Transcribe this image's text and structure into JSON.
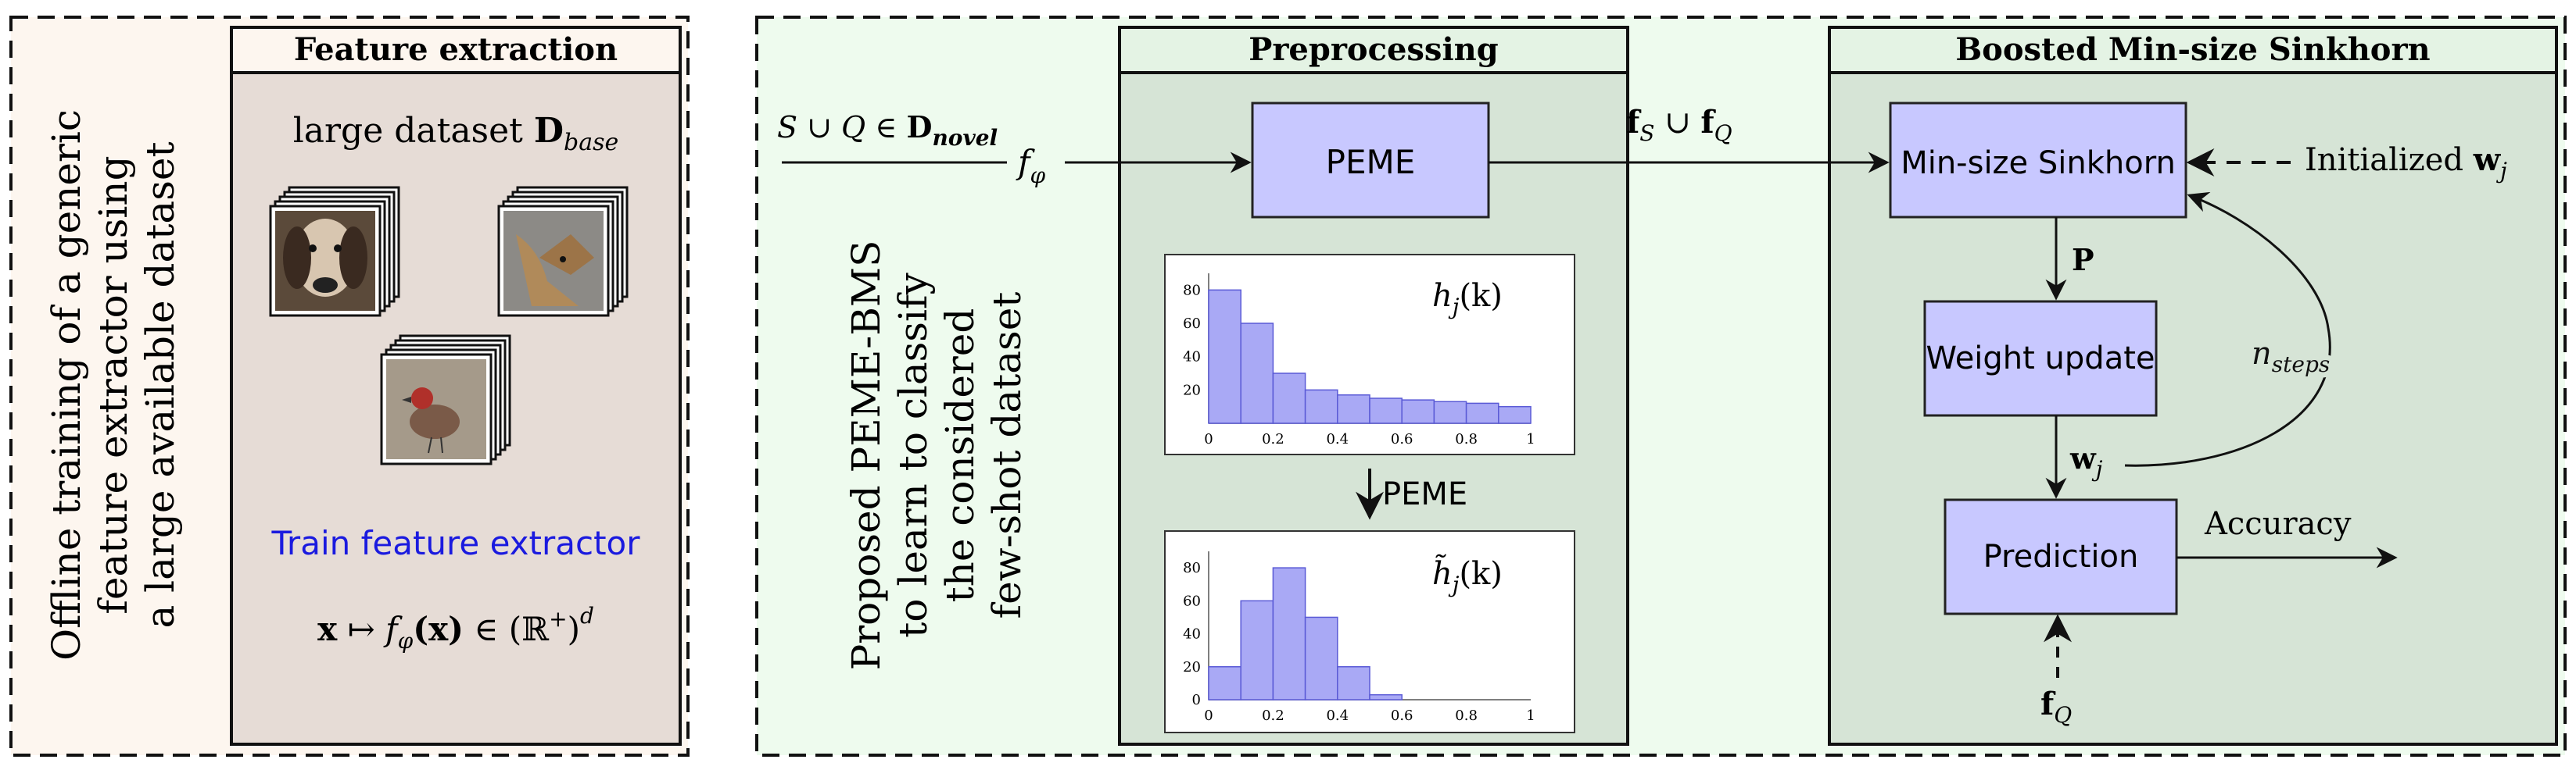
{
  "left_panel": {
    "vertical_caption_lines": [
      "Offline training of a generic",
      "feature extractor using",
      "a large available dataset"
    ],
    "box_title": "Feature extraction",
    "dataset_label": {
      "prefix": "large dataset ",
      "bold": "D",
      "sub": "base"
    },
    "train_label": "Train feature extractor",
    "train_color": "#1a1adf",
    "formula": {
      "x": "x",
      "arrow": " ↦ ",
      "f": "f",
      "f_sub": "φ",
      "paren_x": "(x)",
      "in": " ∈ ",
      "space": "(ℝ",
      "plus": "+",
      "close": ")",
      "sup": "d"
    }
  },
  "right_panel": {
    "vertical_caption_lines": [
      "Proposed PEME-BMS",
      "to learn to classify",
      "the considered",
      "few-shot dataset"
    ],
    "input_label": {
      "set": "S ∪ Q ∈ ",
      "bold": "D",
      "sub": "novel"
    },
    "f_phi": {
      "f": "f",
      "sub": "φ"
    },
    "features_label": {
      "f1": "f",
      "s1": "S",
      "mid": " ∪ ",
      "f2": "f",
      "s2": "Q"
    },
    "preprocessing": {
      "title": "Preprocessing",
      "block": "PEME",
      "arrow_label": "PEME",
      "hist1": {
        "label": "h",
        "sub": "j",
        "arg": "(k)"
      },
      "hist2": {
        "label": "h̃",
        "sub": "j",
        "arg": "(k)"
      }
    },
    "bms": {
      "title": "Boosted Min-size Sinkhorn",
      "sinkhorn": "Min-size Sinkhorn",
      "weight_update": "Weight update",
      "prediction": "Prediction",
      "P": "P",
      "w": "w",
      "w_sub": "j",
      "init": "Initialized ",
      "init_w": "w",
      "init_sub": "j",
      "nsteps": "n",
      "nsteps_sub": "steps",
      "accuracy": "Accuracy",
      "fq": "f",
      "fq_sub": "Q"
    }
  },
  "colors": {
    "block_fill": "#c8c8ff",
    "block_stroke": "#222222",
    "bar_fill": "#a9a9f5",
    "bar_stroke": "#5a5ad6",
    "left_bg": "#fdf6ef",
    "left_box": "#e6dcd6",
    "right_bg": "#eefbee",
    "inner_box": "#d6e4d6",
    "title_bar": "#e4f3e4"
  },
  "chart_data": [
    {
      "type": "bar",
      "categories": [
        "0-0.1",
        "0.1-0.2",
        "0.2-0.3",
        "0.3-0.4",
        "0.4-0.5",
        "0.5-0.6",
        "0.6-0.7",
        "0.7-0.8",
        "0.8-0.9",
        "0.9-1"
      ],
      "values": [
        80,
        60,
        30,
        20,
        17,
        15,
        14,
        13,
        12,
        10
      ],
      "xticks": [
        "0",
        "0.2",
        "0.4",
        "0.6",
        "0.8",
        "1"
      ],
      "yticks": [
        "20",
        "40",
        "60",
        "80"
      ],
      "ylim": [
        0,
        90
      ],
      "xlim": [
        0,
        1
      ]
    },
    {
      "type": "bar",
      "categories": [
        "0-0.1",
        "0.1-0.2",
        "0.2-0.3",
        "0.3-0.4",
        "0.4-0.5",
        "0.5-0.6",
        "0.6-0.7",
        "0.7-0.8",
        "0.8-0.9",
        "0.9-1"
      ],
      "values": [
        20,
        60,
        80,
        50,
        20,
        3,
        0,
        0,
        0,
        0
      ],
      "xticks": [
        "0",
        "0.2",
        "0.4",
        "0.6",
        "0.8",
        "1"
      ],
      "yticks": [
        "0",
        "20",
        "40",
        "60",
        "80"
      ],
      "ylim": [
        0,
        90
      ],
      "xlim": [
        0,
        1
      ]
    }
  ]
}
